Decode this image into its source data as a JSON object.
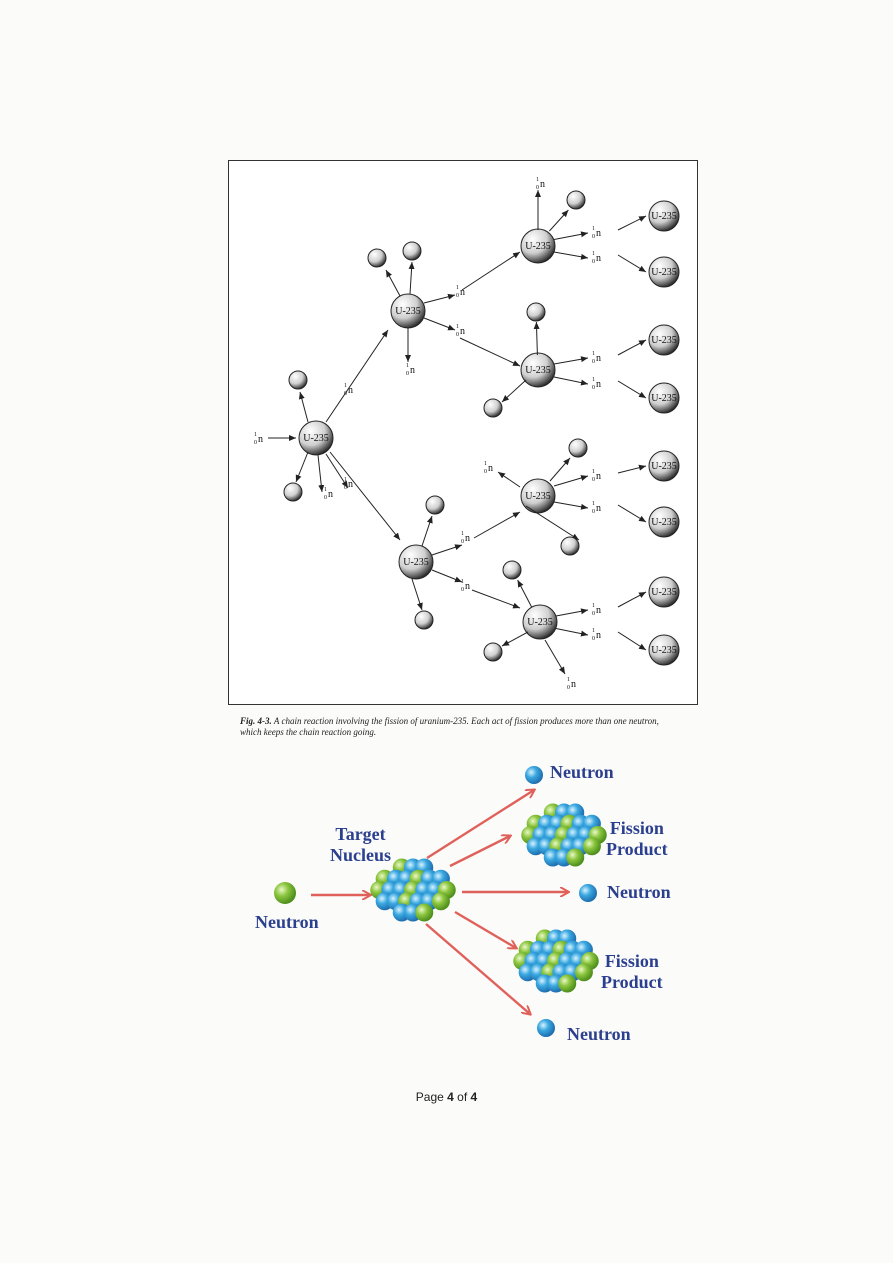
{
  "chain_figure": {
    "nucleus_label": "U-235",
    "neutron_label": "n",
    "neutron_mass": "1",
    "neutron_charge": "0",
    "caption_prefix": "Fig. 4-3.",
    "caption_text": "A chain reaction involving the fission of uranium-235. Each act of fission produces more than one neutron, which keeps the chain reaction going."
  },
  "fission_diagram": {
    "incoming_neutron": "Neutron",
    "target_line1": "Target",
    "target_line2": "Nucleus",
    "products": [
      {
        "line1": "Neutron",
        "line2": ""
      },
      {
        "line1": "Fission",
        "line2": "Product"
      },
      {
        "line1": "Neutron",
        "line2": ""
      },
      {
        "line1": "Fission",
        "line2": "Product"
      },
      {
        "line1": "Neutron",
        "line2": ""
      }
    ],
    "colors": {
      "label": "#2b3f8f",
      "arrow": "#e0605a",
      "neutron_blue": "#3aa8e0",
      "neutron_green": "#8cc63f"
    }
  },
  "footer": {
    "prefix": "Page",
    "current": "4",
    "separator": "of",
    "total": "4"
  }
}
